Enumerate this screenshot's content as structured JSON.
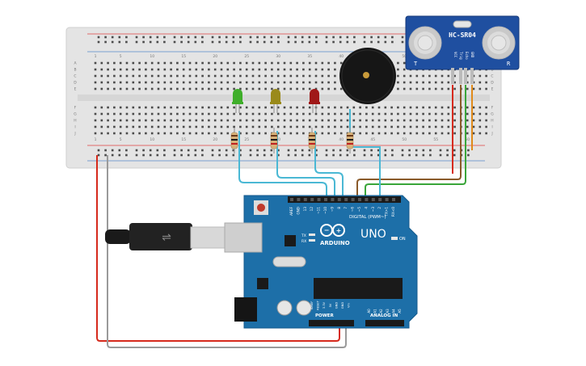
{
  "breadboard": {
    "column_numbers": [
      "1",
      "5",
      "10",
      "15",
      "20",
      "25",
      "30",
      "35",
      "40",
      "45",
      "50",
      "55",
      "60"
    ],
    "row_letters_top": [
      "A",
      "B",
      "C",
      "D",
      "E"
    ],
    "row_letters_bottom": [
      "F",
      "G",
      "H",
      "I",
      "J"
    ]
  },
  "sensor": {
    "title": "HC-SR04",
    "pins": [
      "VCC",
      "Trig",
      "Echo",
      "GND"
    ],
    "left_mark": "T",
    "right_mark": "R"
  },
  "leds": [
    {
      "name": "green",
      "color": "#3fae2a"
    },
    {
      "name": "yellow",
      "color": "#9a8a1a"
    },
    {
      "name": "red",
      "color": "#a01818"
    }
  ],
  "arduino": {
    "brand": "ARDUINO",
    "model": "UNO",
    "digital_label": "DIGITAL (PWM~)",
    "power_label": "POWER",
    "analog_label": "ANALOG IN",
    "on_label": "ON",
    "tx_label": "TX",
    "rx_label": "RX",
    "top_pins": [
      "AREF",
      "GND",
      "13",
      "12",
      "~11",
      "~10",
      "~9",
      "8",
      "7",
      "~6",
      "~5",
      "4",
      "~3",
      "2",
      "TX>1",
      "RX<0"
    ],
    "power_pins": [
      "IOREF",
      "RESET",
      "3.3V",
      "5V",
      "GND",
      "GND",
      "Vin"
    ],
    "analog_pins": [
      "A0",
      "A1",
      "A2",
      "A3",
      "A4",
      "A5"
    ]
  },
  "colors": {
    "board_blue": "#1d6fa8",
    "wire_red": "#d62a1c",
    "wire_gray": "#9a9a9a",
    "wire_cyan": "#4ab8d4",
    "wire_brown": "#8a5a2a",
    "wire_green": "#3aa53a",
    "wire_orange": "#e08a1a"
  }
}
